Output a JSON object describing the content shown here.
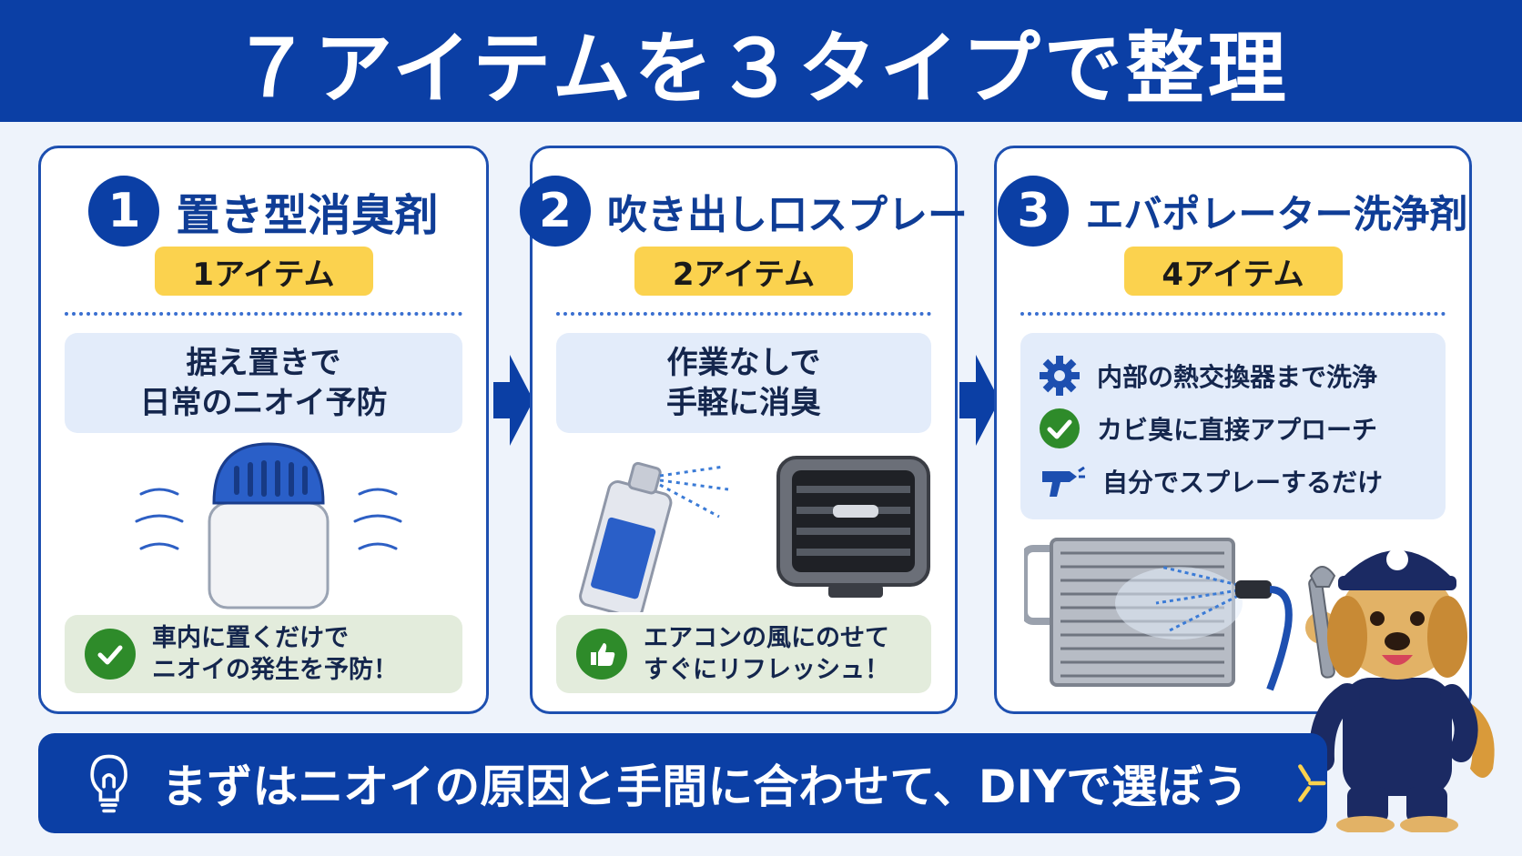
{
  "header": {
    "title": "７アイテムを３タイプで整理"
  },
  "cards": [
    {
      "number": "1",
      "title": "置き型消臭剤",
      "count": "1アイテム",
      "desc_line1": "据え置きで",
      "desc_line2": "日常のニオイ予防",
      "note_line1": "車内に置くだけで",
      "note_line2": "ニオイの発生を予防！",
      "note_icon": "check-icon"
    },
    {
      "number": "2",
      "title": "吹き出し口スプレー",
      "count": "2アイテム",
      "desc_line1": "作業なしで",
      "desc_line2": "手軽に消臭",
      "note_line1": "エアコンの風にのせて",
      "note_line2": "すぐにリフレッシュ！",
      "note_icon": "thumbs-up-icon"
    },
    {
      "number": "3",
      "title": "エバポレーター洗浄剤",
      "count": "4アイテム",
      "features": [
        {
          "icon": "gear-icon",
          "text": "内部の熱交換器まで洗浄"
        },
        {
          "icon": "check-icon",
          "text": "カビ臭に直接アプローチ"
        },
        {
          "icon": "spray-gun-icon",
          "text": "自分でスプレーするだけ"
        }
      ]
    }
  ],
  "banner": {
    "text": "まずはニオイの原因と手間に合わせて、DIYで選ぼう",
    "icon": "lightbulb-icon"
  },
  "colors": {
    "primary": "#0b3fa5",
    "accent_yellow": "#fbd24e",
    "light_blue": "#e3ecfa",
    "light_green": "#e3ecdc",
    "green": "#2e8b2a"
  }
}
